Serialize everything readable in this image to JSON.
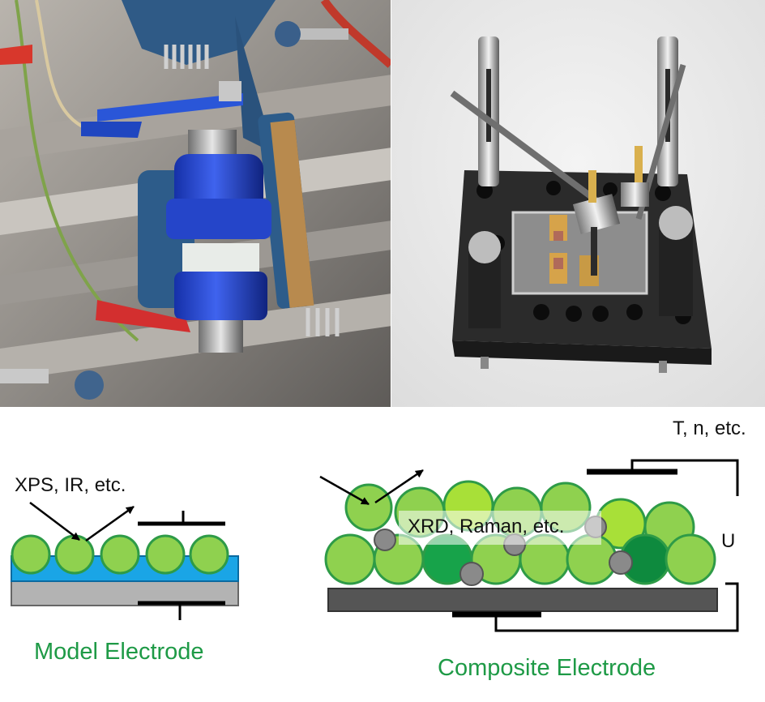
{
  "photos": [
    {
      "name": "electrochemical-cell-clamped-photo"
    },
    {
      "name": "electrode-holder-stage-photo"
    }
  ],
  "diagram": {
    "model_electrode": {
      "technique_label": "XPS, IR, etc.",
      "caption": "Model Electrode"
    },
    "composite_electrode": {
      "technique_label": "XRD, Raman, etc.",
      "conditions_label": "T, n, etc.",
      "voltage_label": "U",
      "caption": "Composite Electrode"
    },
    "colors": {
      "particle_light_green": "#8fd14f",
      "particle_outline_green": "#2e9b47",
      "particle_dark_green": "#17a34a",
      "particle_yellow_green": "#a8e038",
      "conductive_additive_gray": "#8a8a8a",
      "electrolyte_layer_blue": "#1aa5e6",
      "substrate_gray": "#b3b3b3",
      "current_collector_dark": "#555555",
      "caption_green": "#1e9a46"
    }
  }
}
